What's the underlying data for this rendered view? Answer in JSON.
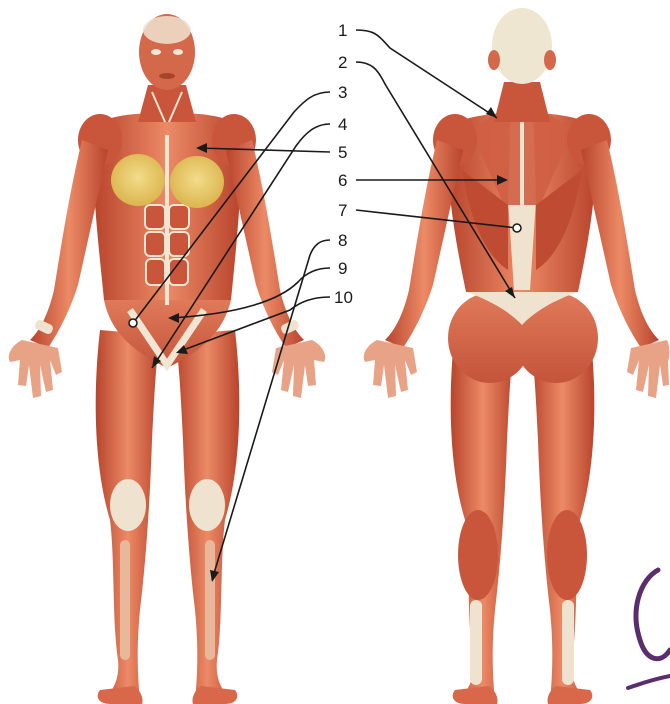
{
  "figure": {
    "description_free": true,
    "labels": [
      {
        "id": "1",
        "text": "1"
      },
      {
        "id": "2",
        "text": "2"
      },
      {
        "id": "3",
        "text": "3"
      },
      {
        "id": "4",
        "text": "4"
      },
      {
        "id": "5",
        "text": "5"
      },
      {
        "id": "6",
        "text": "6"
      },
      {
        "id": "7",
        "text": "7"
      },
      {
        "id": "8",
        "text": "8"
      },
      {
        "id": "9",
        "text": "9"
      },
      {
        "id": "10",
        "text": "10"
      }
    ]
  },
  "colors": {
    "muscle": "#d9674a",
    "muscle_dark": "#b8442c",
    "muscle_light": "#ec8a66",
    "tendon": "#f1e6d3",
    "breast": "#e6c45a",
    "bone": "#efe6d2",
    "brand_mark": "#5a2d6e",
    "leader": "#1a1a1a"
  }
}
